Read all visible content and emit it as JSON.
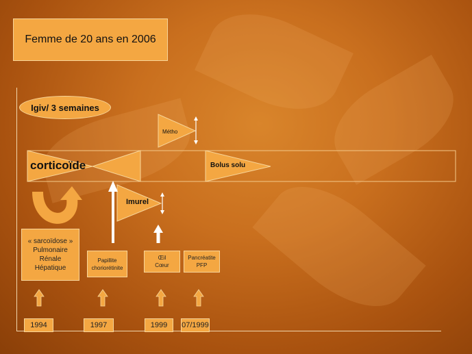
{
  "title": "Femme de 20 ans en 2006",
  "ivig_label": "Igiv/ 3 semaines",
  "treatments": {
    "cortico": "corticoïde",
    "bolus": "Bolus solu",
    "metho": "Métho",
    "imurel": "Imurel"
  },
  "events": [
    {
      "lines": [
        "« sarcoïdose »",
        "Pulmonaire",
        "Rénale",
        "Hépatique"
      ]
    },
    {
      "lines": [
        "Papillite",
        "choriorétinite"
      ]
    },
    {
      "lines": [
        "Œil",
        "Cœur"
      ]
    },
    {
      "lines": [
        "Pancréatite",
        "PFP"
      ]
    }
  ],
  "years": [
    "1994",
    "1997",
    "1999",
    "07/1999"
  ]
}
